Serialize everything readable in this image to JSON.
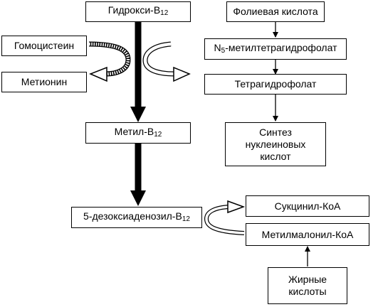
{
  "nodes": {
    "hydroxy": {
      "text": "Гидрокси-B",
      "sub": "12",
      "tail": ""
    },
    "folic": {
      "text": "Фолиевая кислота",
      "sub": "",
      "tail": ""
    },
    "homocysteine": {
      "text": "Гомоцистеин",
      "sub": "",
      "tail": ""
    },
    "methyl_thf": {
      "text": "N",
      "sub": "5",
      "tail": "-метилтетрагидрофолат"
    },
    "methionine": {
      "text": "Метионин",
      "sub": "",
      "tail": ""
    },
    "thf": {
      "text": "Тетрагидрофолат",
      "sub": "",
      "tail": ""
    },
    "methyl_b12": {
      "text": "Метил-B",
      "sub": "12",
      "tail": ""
    },
    "synthesis": {
      "text": "Синтез\nнуклеиновых\nкислот",
      "sub": "",
      "tail": ""
    },
    "deoxyadenosyl": {
      "text": "5-дезоксиаденозил-B",
      "sub": "12",
      "tail": ""
    },
    "succinyl": {
      "text": "Сукцинил-КоА",
      "sub": "",
      "tail": ""
    },
    "methylmalonyl": {
      "text": "Метилмалонил-КоА",
      "sub": "",
      "tail": ""
    },
    "fatty_acids": {
      "text": "Жирные\nкислоты",
      "sub": "",
      "tail": ""
    }
  }
}
